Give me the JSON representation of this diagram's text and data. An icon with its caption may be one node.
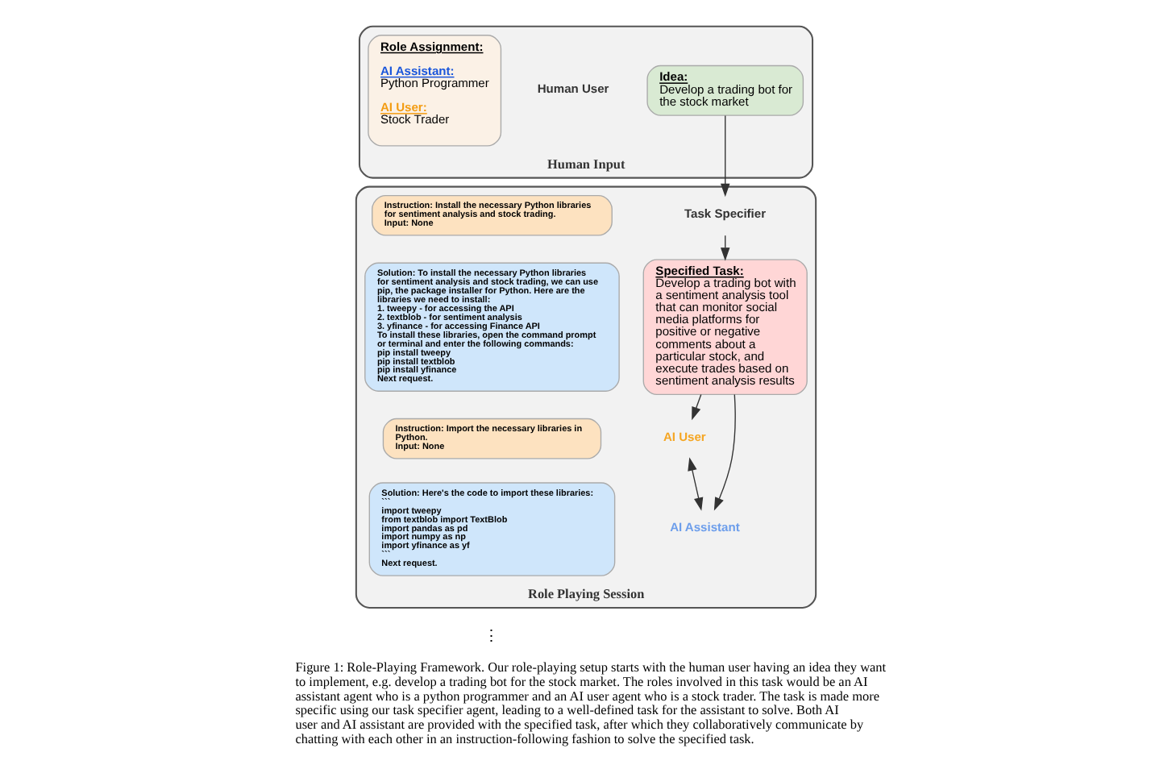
{
  "diagram": {
    "caption": "Figure 1: Role-Playing Framework. Our role-playing setup starts with the human user having an idea they want to implement, e.g. develop a trading bot for the stock market. The roles involved in this task would be an AI assistant agent who is a python programmer and an AI user agent who is a stock trader. The task is made more specific using our task specifier agent, leading to a well-defined task for the assistant to solve. Both AI user and AI assistant are provided with the specified task, after which they collaboratively communicate by chatting with each other in an instruction-following fashion to solve the specified task.",
    "nodes": [
      {
        "text": [
          "Human Input"
        ]
      },
      {
        "text": [
          "Idea:",
          "Develop a trading bot for the stock market"
        ],
        "in": 0
      },
      {
        "text": [
          "Human User"
        ],
        "in": 0
      },
      {
        "text": [
          "Role Assignment:",
          "AI Assistant:",
          "Python Programmer",
          "AI User:",
          "Stock Trader"
        ],
        "in": 0
      },
      {
        "text": [
          "Role Playing Session"
        ]
      },
      {
        "text": [
          "Task Specifier"
        ],
        "in": 4
      },
      {
        "text": [
          "Specified Task:",
          "Develop a trading bot with a sentiment analysis tool that can monitor social media platforms for positive or negative comments about a particular stock, and execute trades based on sentiment analysis results"
        ],
        "in": 4
      },
      {
        "text": [
          "AI User"
        ],
        "in": 4
      },
      {
        "text": [
          "AI Assistant"
        ],
        "in": 4
      },
      {
        "text": [
          "Instruction: Install the necessary Python libraries for sentiment analysis and stock trading.",
          "Input: None"
        ],
        "in": 4
      },
      {
        "text": [
          "Solution: To install the necessary Python libraries for sentiment analysis and stock trading, we can use pip, the package installer for Python. Here are the libraries we need to install:",
          "1. tweepy - for accessing the API",
          "2. textblob - for sentiment analysis",
          "3. yfinance - for accessing Finance API",
          "To install these libraries, open the command prompt or terminal and enter the following commands:",
          "pip install tweepy",
          "pip install textblob",
          "pip install yfinance",
          "Next request."
        ],
        "in": 4
      },
      {
        "text": [
          "Instruction: Import the necessary libraries in Python.",
          "Input: None"
        ],
        "in": 4
      },
      {
        "text": [
          "Solution: Here's the code to import these libraries:",
          "```",
          "import tweepy",
          "from textblob import TextBlob",
          "import pandas as pd",
          "import numpy as np",
          "import yfinance as yf",
          "```",
          "Next request."
        ],
        "in": 4
      }
    ],
    "edges": [
      {
        "from": 1,
        "to": 5,
        "arrow": "to"
      },
      {
        "from": 5,
        "to": 6,
        "arrow": "to"
      },
      {
        "from": 6,
        "to": 7,
        "arrow": "to"
      },
      {
        "from": 6,
        "to": 8,
        "arrow": "to"
      },
      {
        "from": 7,
        "to": 8,
        "arrow": "both"
      }
    ],
    "labels": [
      "⋮"
    ]
  }
}
